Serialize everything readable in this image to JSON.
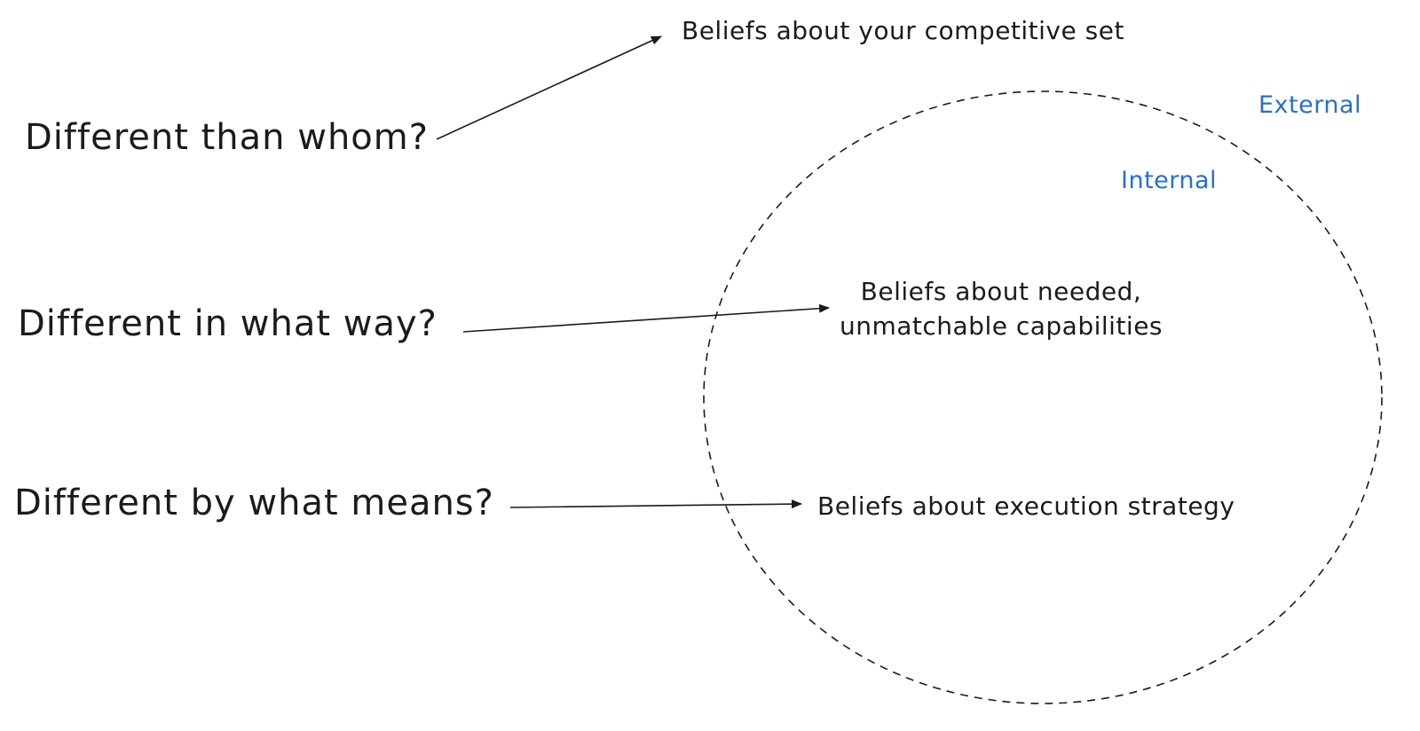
{
  "colors": {
    "ink": "#1b1b1b",
    "zone_label": "#2a6fc9",
    "background": "#ffffff"
  },
  "zones": {
    "external_label": "External",
    "internal_label": "Internal"
  },
  "questions": [
    {
      "label": "Different than whom?"
    },
    {
      "label": "Different in what way?"
    },
    {
      "label": "Different by what means?"
    }
  ],
  "beliefs": [
    {
      "line1": "Beliefs about your competitive set"
    },
    {
      "line1": "Beliefs about needed,",
      "line2": "unmatchable capabilities"
    },
    {
      "line1": "Beliefs about execution strategy"
    }
  ]
}
